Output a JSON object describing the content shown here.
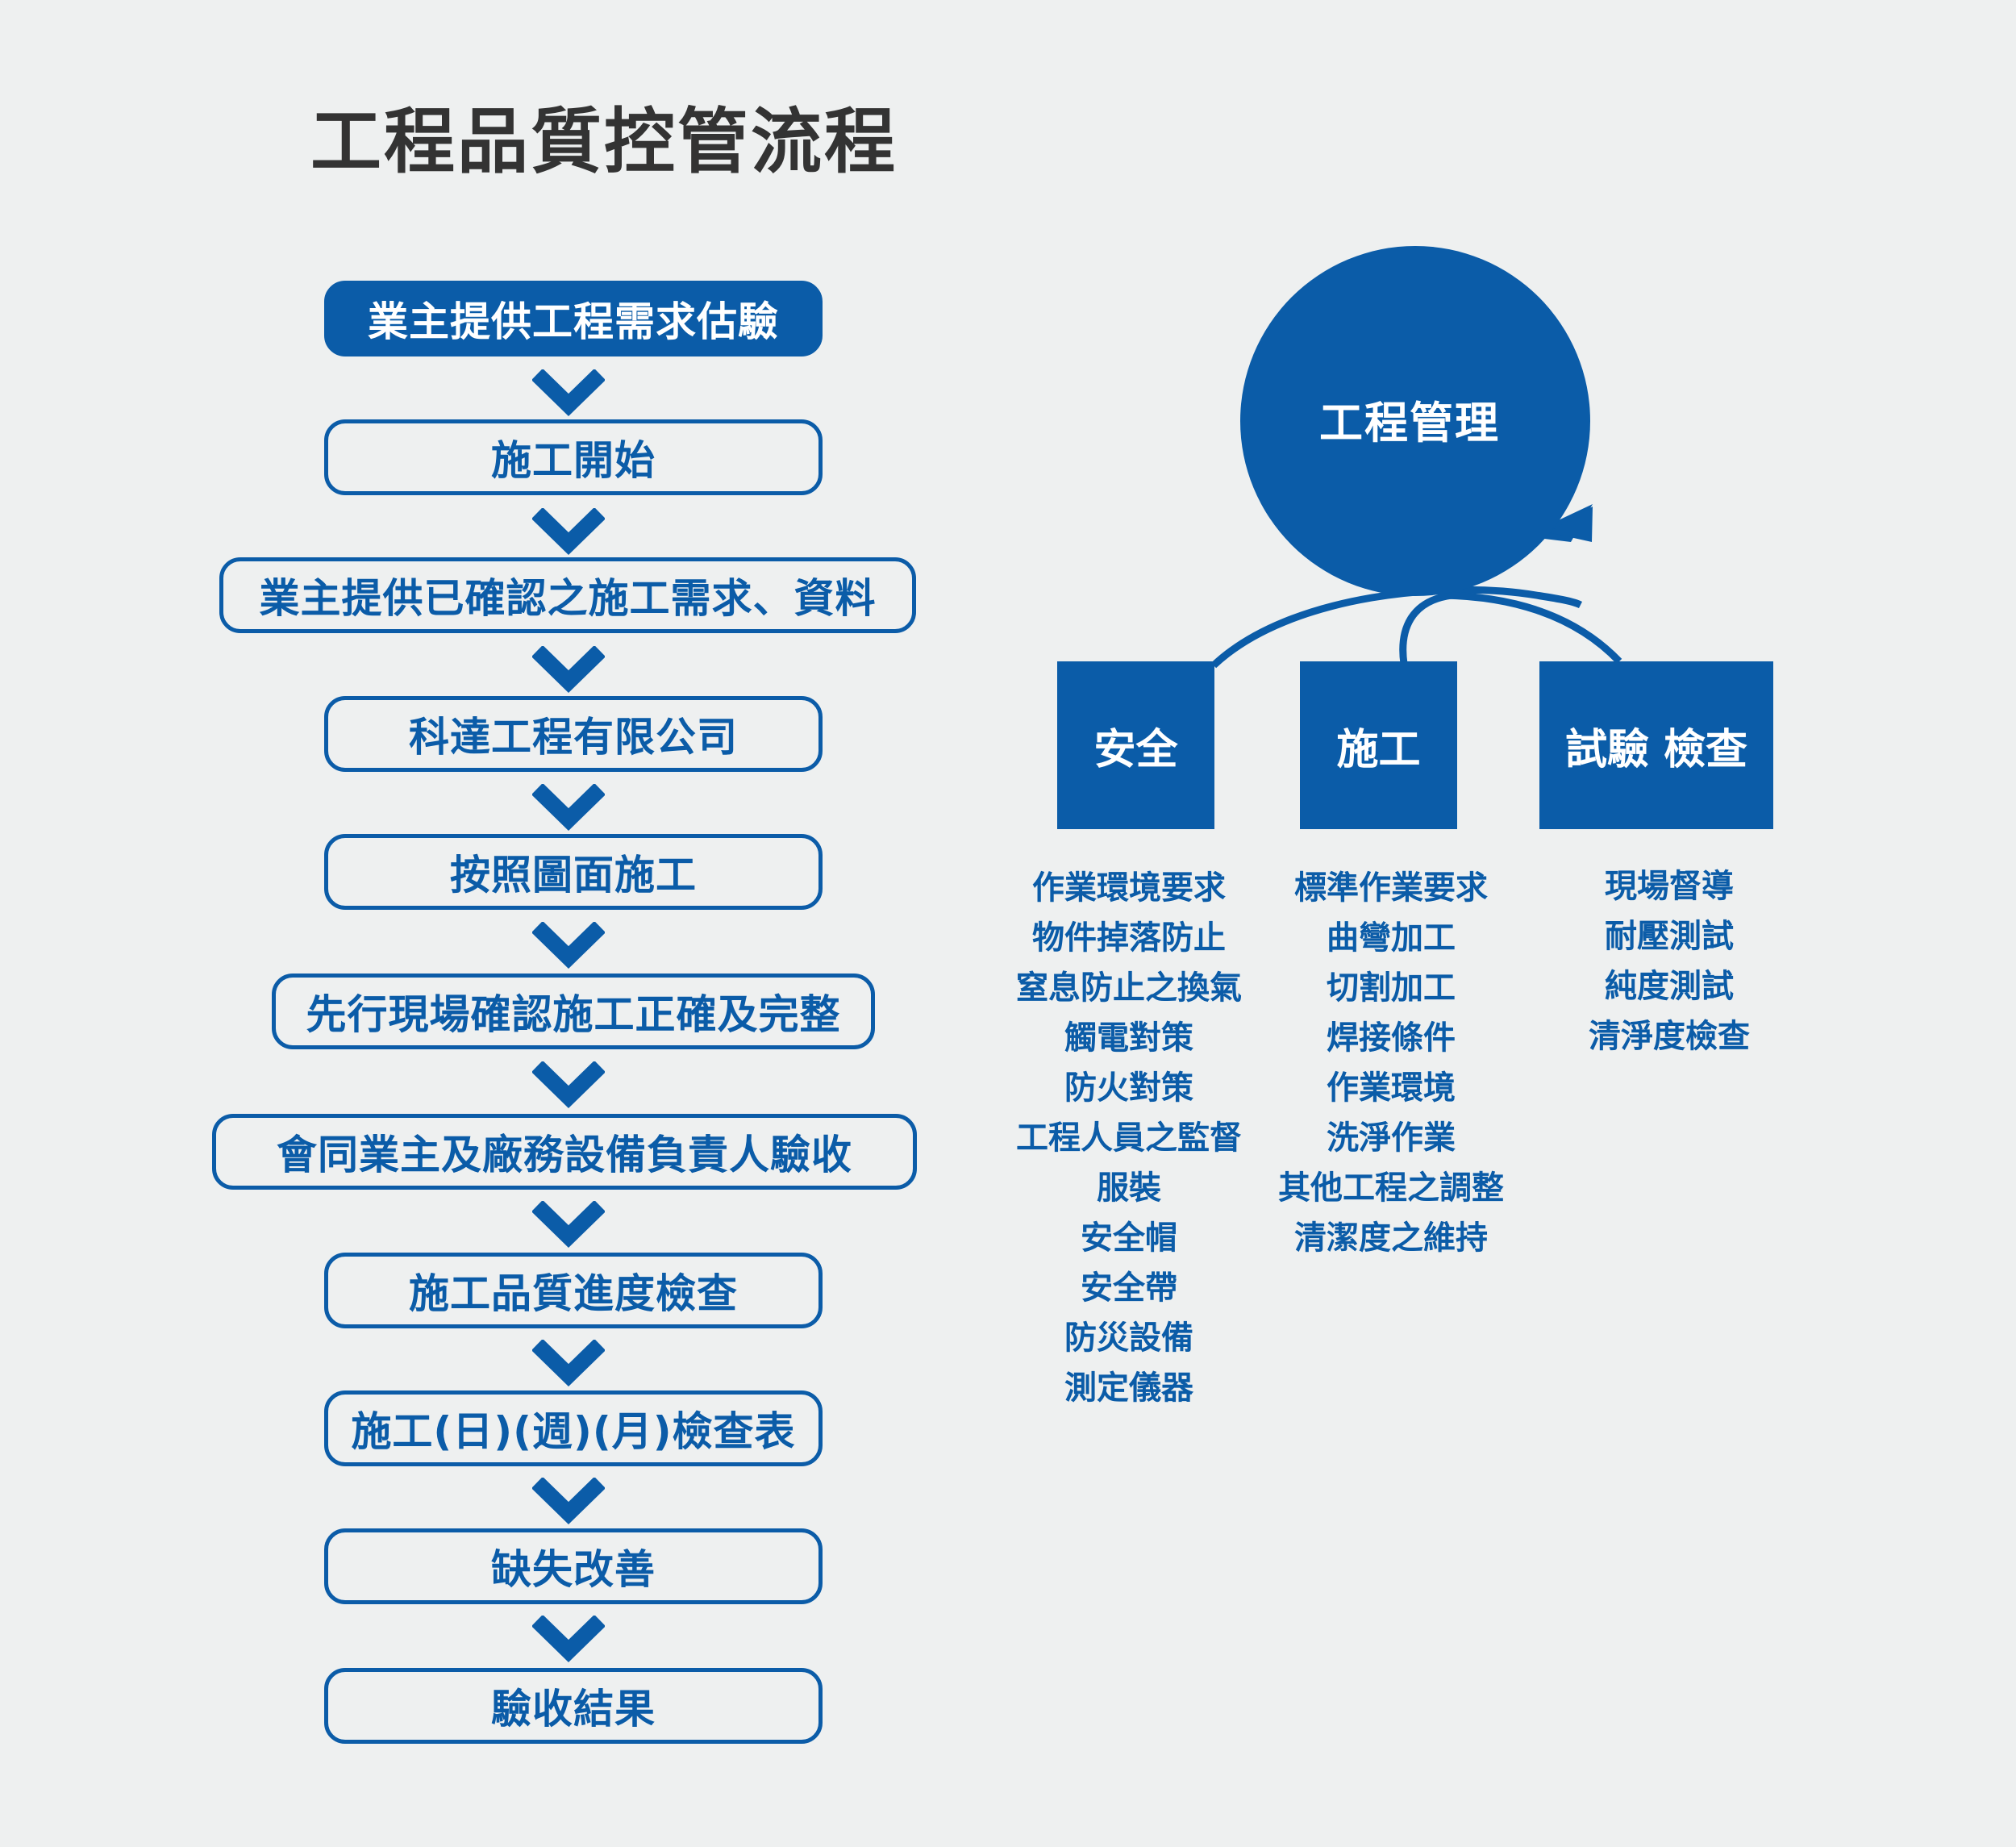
{
  "title": "工程品質控管流程",
  "flow": [
    "業主提供工程需求估驗",
    "施工開始",
    "業主提供已確認之施工需求、資料",
    "科達工程有限公司",
    "按照圖面施工",
    "先行現場確認施工正確及完整",
    "會同業主及廠務設備負責人驗收",
    "施工品質進度檢查",
    "施工(日)(週)(月)檢查表",
    "缺失改善",
    "驗收結果"
  ],
  "management": {
    "label": "工程管理",
    "branches": [
      {
        "label": "安全",
        "items": [
          "作業環境要求",
          "物件掉落防止",
          "窒息防止之換氣",
          "觸電對策",
          "防火對策",
          "工程人員之監督",
          "服裝",
          "安全帽",
          "安全帶",
          "防災設備",
          "測定儀器"
        ]
      },
      {
        "label": "施工",
        "items": [
          "標準作業要求",
          "曲彎加工",
          "切割加工",
          "焊接條件",
          "作業環境",
          "洗淨作業",
          "其他工程之調整",
          "清潔度之維持"
        ]
      },
      {
        "label": "試驗 檢查",
        "items": [
          "現場督導",
          "耐壓測試",
          "純度測試",
          "清淨度檢查"
        ]
      }
    ]
  },
  "colors": {
    "accent": "#0b5ca8",
    "background": "#eef0f0",
    "title": "#333333"
  }
}
